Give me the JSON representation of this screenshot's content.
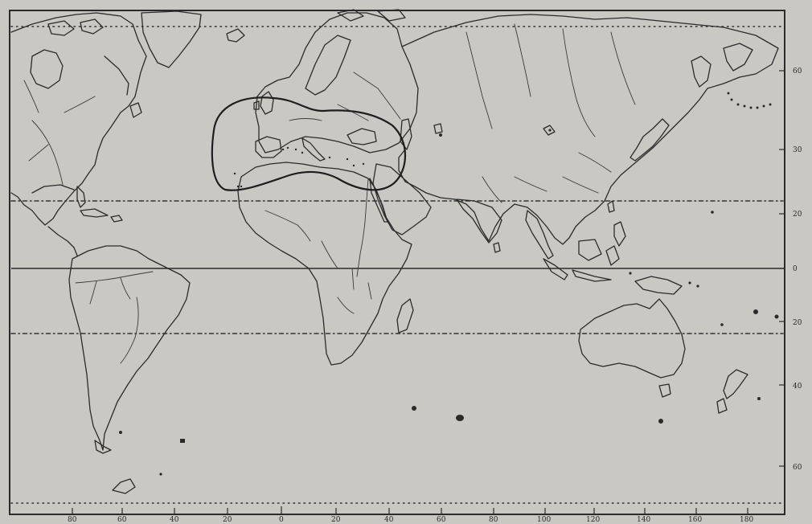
{
  "map": {
    "lat_labels": [
      "60",
      "30",
      "20",
      "0",
      "20",
      "40",
      "60"
    ],
    "lon_labels": [
      "80",
      "60",
      "40",
      "20",
      "0",
      "20",
      "40",
      "60",
      "80",
      "100",
      "120",
      "140",
      "160",
      "180"
    ],
    "colors": {
      "paper": "#c9c8c3",
      "ink": "#2b2b2b"
    },
    "reference_lines": [
      "arctic-circle",
      "tropic-of-cancer",
      "equator",
      "tropic-of-capricorn",
      "antarctic-circle"
    ],
    "highlighted_region": "mediterranean-distribution-outline"
  }
}
